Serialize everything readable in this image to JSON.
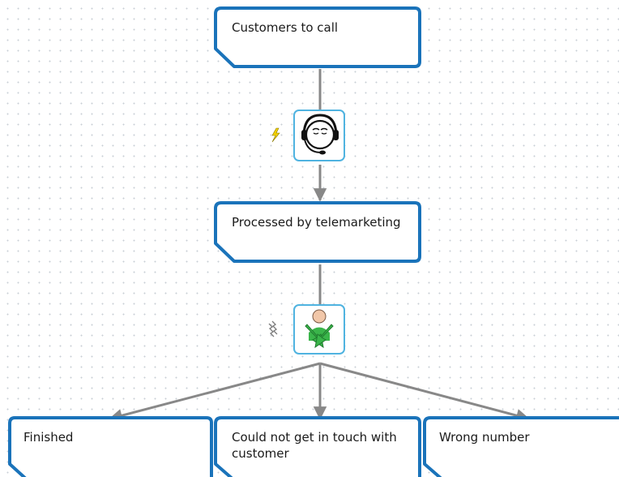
{
  "diagram": {
    "colors": {
      "node_border": "#1a73ba",
      "node_fill": "#ffffff",
      "activity_border": "#4fb3e0",
      "connector": "#888888",
      "lightning": "#f2d000",
      "split_arrows": "#3ab54a"
    },
    "nodes": [
      {
        "id": "customers-to-call",
        "label": "Customers to call"
      },
      {
        "id": "processed-by-telemarketing",
        "label": "Processed by telemarketing"
      },
      {
        "id": "finished",
        "label": "Finished"
      },
      {
        "id": "could-not-get-in-touch",
        "label": "Could not get in touch with customer"
      },
      {
        "id": "wrong-number",
        "label": "Wrong number"
      }
    ],
    "activities": [
      {
        "id": "telemarketing-call",
        "icon": "headset-icon",
        "marker": "lightning-icon"
      },
      {
        "id": "decision-split",
        "icon": "person-split-arrows-icon",
        "marker": "zigzag-icon"
      }
    ]
  }
}
